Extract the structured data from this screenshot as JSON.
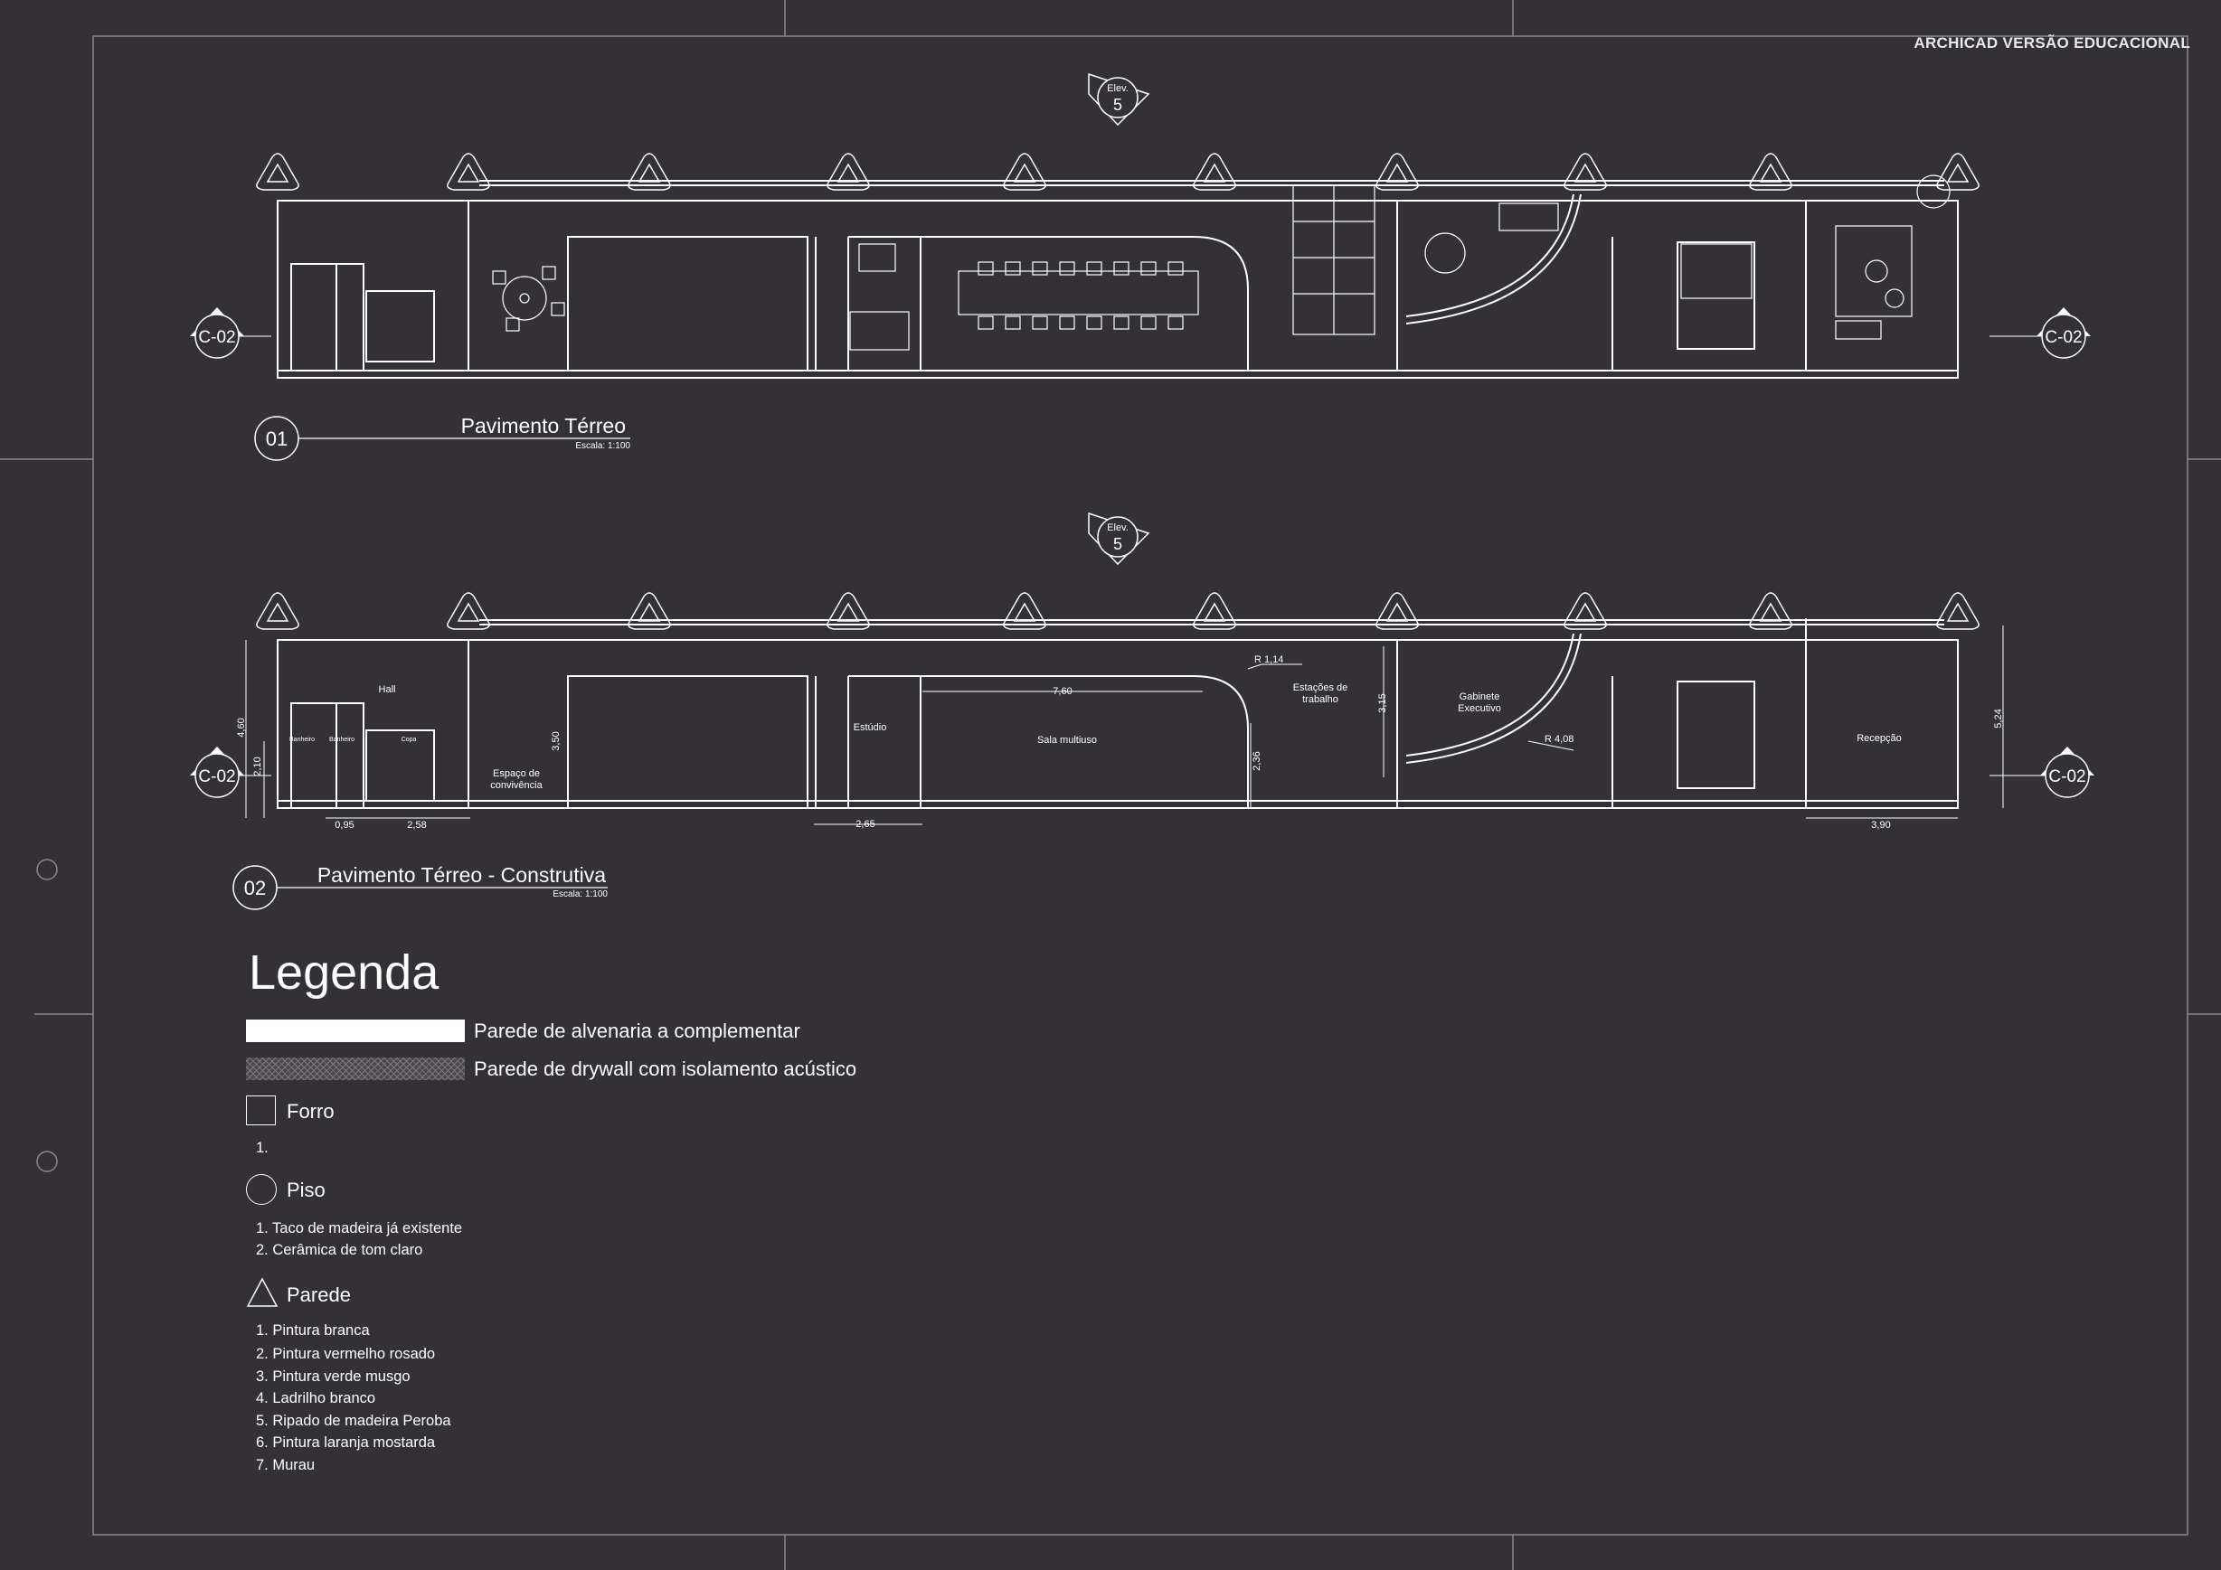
{
  "watermark": "ARCHICAD VERSÃO EDUCACIONAL",
  "drawings": {
    "plan1": {
      "number": "01",
      "title": "Pavimento Térreo",
      "scale": "Escala: 1:100",
      "elev_label": "Elev.",
      "elev_number": "5",
      "section_left": "C-02",
      "section_right": "C-02"
    },
    "plan2": {
      "number": "02",
      "title": "Pavimento Térreo - Construtiva",
      "scale": "Escala: 1:100",
      "elev_label": "Elev.",
      "elev_number": "5",
      "section_left": "C-02",
      "section_right": "C-02",
      "rooms": {
        "hall": "Hall",
        "banheiro1": "Banheiro",
        "banheiro2": "Banheiro",
        "copa": "Copa",
        "convivencia_1": "Espaço de",
        "convivencia_2": "convivência",
        "estudio": "Estúdio",
        "sala_multiuso": "Sala multiuso",
        "estacoes_1": "Estações de",
        "estacoes_2": "trabalho",
        "gabinete_1": "Gabinete",
        "gabinete_2": "Executivo",
        "recepcao": "Recepção"
      },
      "dimensions": {
        "d460": "4,60",
        "d210": "2,10",
        "d095": "0,95",
        "d258": "2,58",
        "d350": "3,50",
        "d265": "2,65",
        "d760": "7,60",
        "r114": "R 1,14",
        "d236": "2,36",
        "d315": "3,15",
        "r408": "R 4,08",
        "d524": "5,24",
        "d390": "3,90"
      }
    }
  },
  "legend": {
    "title": "Legenda",
    "wall_masonry": "Parede de alvenaria a complementar",
    "wall_drywall": "Parede de drywall com isolamento acústico",
    "forro": {
      "label": "Forro",
      "items": [
        "1."
      ]
    },
    "piso": {
      "label": "Piso",
      "items": [
        "1. Taco de madeira já existente",
        "2. Cerâmica de tom claro"
      ]
    },
    "parede": {
      "label": "Parede",
      "items": [
        "1. Pintura branca",
        "2. Pintura vermelho rosado",
        "3. Pintura verde musgo",
        "4. Ladrilho branco",
        "5. Ripado de madeira Peroba",
        "6. Pintura laranja mostarda",
        "7. Murau"
      ]
    }
  },
  "colors": {
    "background": "#333136",
    "lines": "#ffffff"
  }
}
